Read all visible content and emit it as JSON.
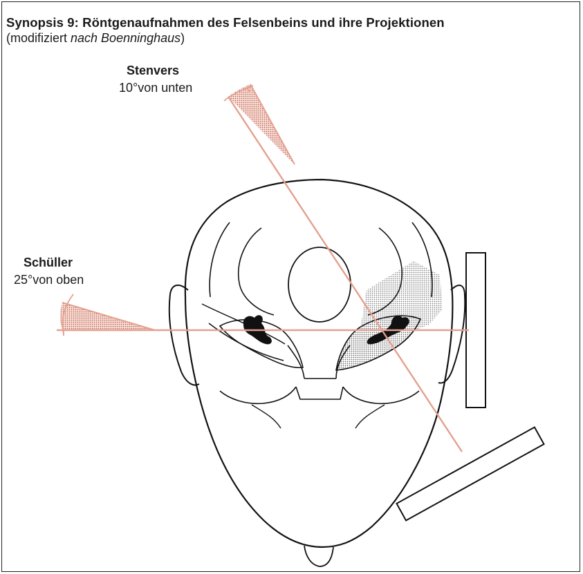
{
  "heading": {
    "title": "Synopsis 9: Röntgenaufnahmen des Felsenbeins und ihre Projektionen",
    "subtitle_prefix": "(modifiziert ",
    "subtitle_emph": "nach Boenninghaus",
    "subtitle_suffix": ")"
  },
  "projections": [
    {
      "name": "Stenvers",
      "angle": "10°von unten"
    },
    {
      "name": "Schüller",
      "angle": "25°von oben"
    }
  ],
  "colors": {
    "beam": "#e3a08f",
    "outline": "#111111",
    "frame": "#222222",
    "shading": "#b8b8b8"
  }
}
